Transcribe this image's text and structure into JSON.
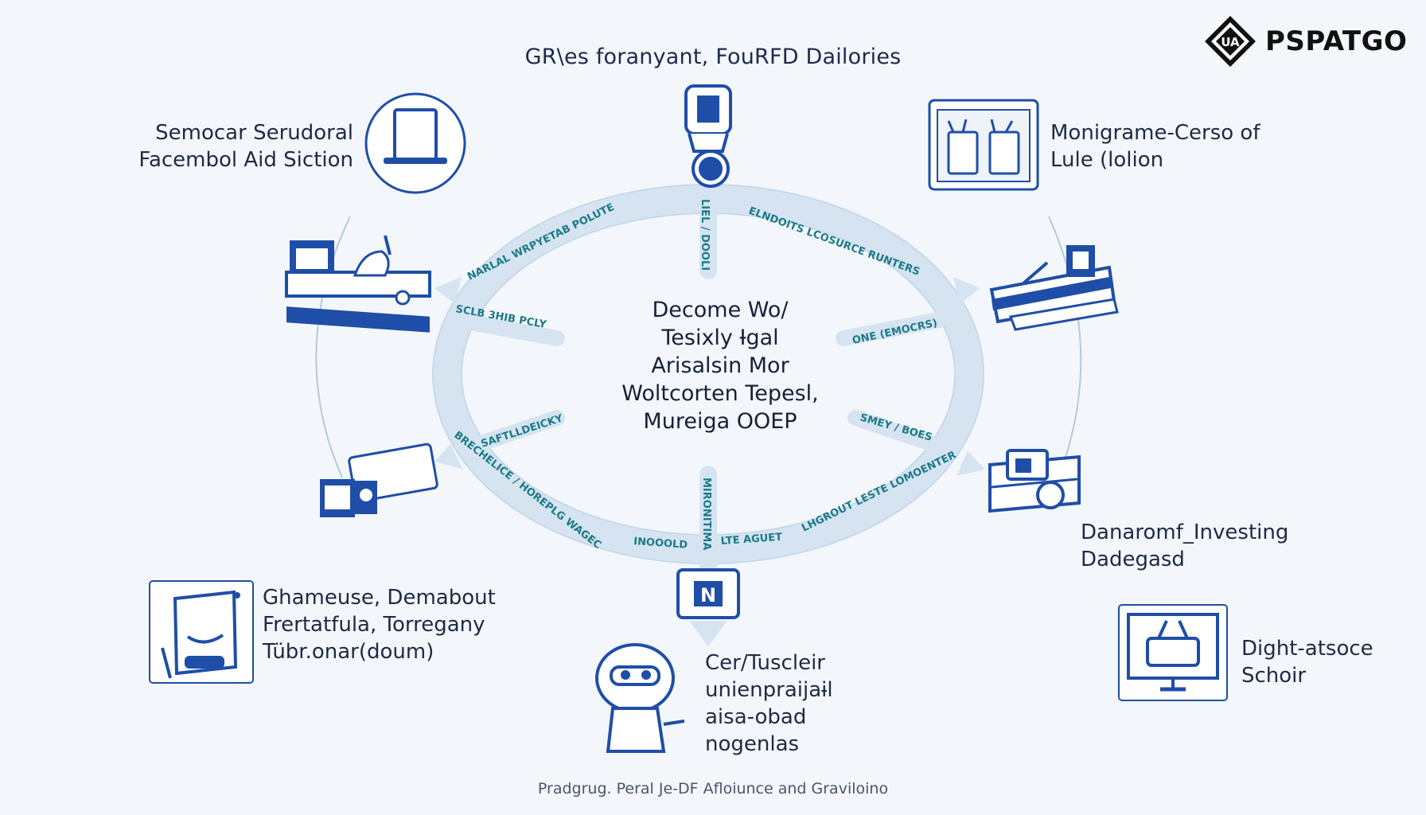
{
  "logo": {
    "text": "PSPATGO",
    "mark": "UA"
  },
  "title": "GR\\es foranyant, FouRFD Dailories",
  "center": {
    "lines": [
      "Decome Wo/",
      "Tesixly Ɨgal",
      "Arisalsin Mor",
      "Woltcorten Tepesl,",
      "Mureiga OOEP"
    ]
  },
  "nodes": {
    "top_left": {
      "lines": [
        "Semocar Serudoral",
        "Facembol Aid Siction"
      ],
      "icon": "top-hat-icon"
    },
    "top_right": {
      "lines": [
        "Monigrame-Cerso of",
        "Lule (lolion"
      ],
      "icon": "calendar-icon"
    },
    "mid_right": {
      "lines": [
        "Danaromf_Investing",
        "Dadegasd"
      ],
      "icon": "stack-icon"
    },
    "bottom_right": {
      "lines": [
        "Dight-atsoce",
        "Schoir"
      ],
      "icon": "monitor-icon"
    },
    "bottom_left": {
      "lines": [
        "Ghameuse, Demabout",
        "Frertatfula, Torregany",
        "Tübr.onar(doum)"
      ],
      "icon": "phone-icon"
    },
    "bottom_center": {
      "lines": [
        "Cer/Tuscleir",
        "unienpraijaɨl",
        "aisa-obad",
        "nogenlas"
      ],
      "icon": "character-icon"
    }
  },
  "ring_labels": {
    "top_left": "NARLAL  WRPYETAB POLUTE",
    "top_right": "ELNDOITS  LCOSURCE RUNTERS",
    "spoke_top": "LIEL / DOOLI",
    "spoke_left_up": "SCLB  3HIB PCLY",
    "spoke_right_up": "ONE (EMOCRS)",
    "spoke_left_down": "SAFTLLDEICKY",
    "spoke_right_down": "SMEY / BOES",
    "spoke_bottom": "MIRONITIMA",
    "bottom_left": "BRECHELICE / HOREPLG WAGEC",
    "bottom_mid_left": "INOOOLD",
    "bottom_mid_right": "LTE AGUET",
    "bottom_right": "LHGROUT  LESTE  LOMOENTER",
    "box_glyph": "N"
  },
  "footer": "Pradgrug. Peral Je-DF Afloiunce and Graviloino",
  "colors": {
    "ring": "#d6e4f2",
    "ring_stroke": "#b7cde3",
    "blue": "#1f4ea8",
    "teal": "#1b7a86",
    "dark": "#1b2b4d"
  }
}
